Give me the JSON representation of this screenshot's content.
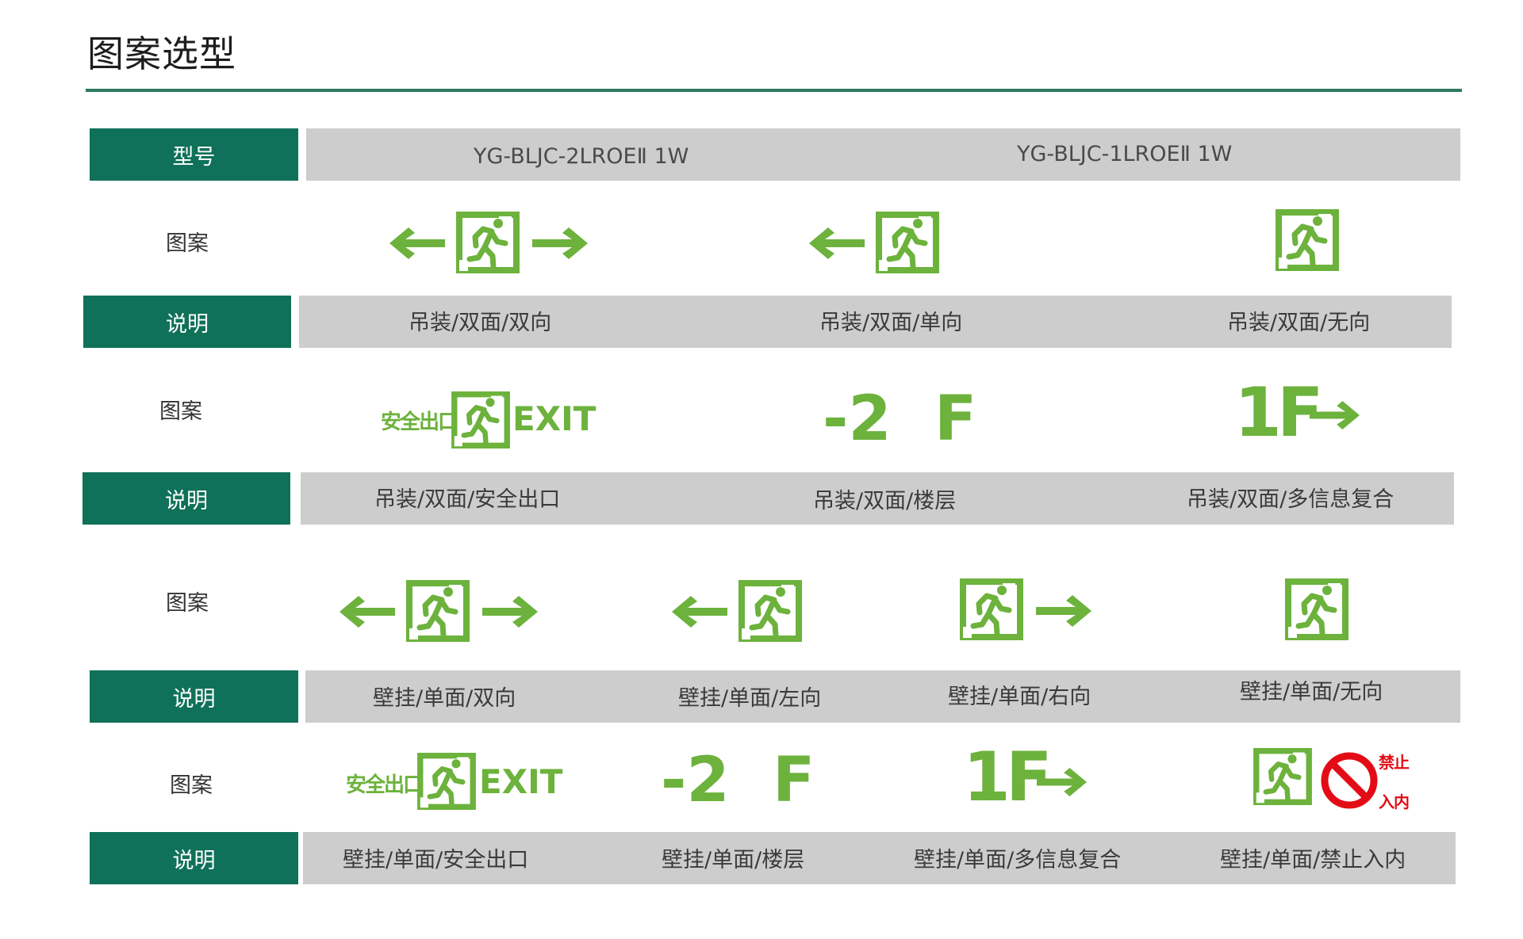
{
  "page": {
    "title": "图案选型"
  },
  "colors": {
    "accent": "#0f7159",
    "bar_grey": "#cdcdcd",
    "sign_green": "#6cb23c",
    "forbid_red": "#e30c16"
  },
  "model_row": {
    "label": "型号",
    "models": [
      "YG-BLJC-2LROEⅡ 1W",
      "YG-BLJC-1LROEⅡ  1W"
    ]
  },
  "pattern_label": "图案",
  "desc_label": "说明",
  "sections": [
    {
      "descriptions": [
        "吊装/双面/双向",
        "吊装/双面/单向",
        "吊装/双面/无向"
      ],
      "icons": [
        "exit-double-arrow-icon",
        "exit-left-arrow-icon",
        "exit-sign-icon"
      ]
    },
    {
      "descriptions": [
        "吊装/双面/安全出口",
        "吊装/双面/楼层",
        "吊装/双面/多信息复合"
      ],
      "icons": [
        "safety-exit-icon",
        "floor-minus2-icon",
        "floor-1f-arrow-icon"
      ]
    },
    {
      "descriptions": [
        "壁挂/单面/双向",
        "壁挂/单面/左向",
        "壁挂/单面/右向",
        "壁挂/单面/无向"
      ],
      "icons": [
        "exit-double-arrow-icon",
        "exit-left-arrow-icon",
        "exit-right-arrow-icon",
        "exit-sign-icon"
      ]
    },
    {
      "descriptions": [
        "壁挂/单面/安全出口",
        "壁挂/单面/楼层",
        "壁挂/单面/多信息复合",
        "壁挂/单面/禁止入内"
      ],
      "icons": [
        "safety-exit-icon",
        "floor-minus2-icon",
        "floor-1f-arrow-icon",
        "no-entry-icon"
      ]
    }
  ],
  "signs": {
    "safety_exit_cn": "安全出口",
    "exit_en": "EXIT",
    "floor_minus2": "-2  F",
    "floor_1f": "1F",
    "no_entry_top": "禁止",
    "no_entry_bottom": "入内"
  }
}
